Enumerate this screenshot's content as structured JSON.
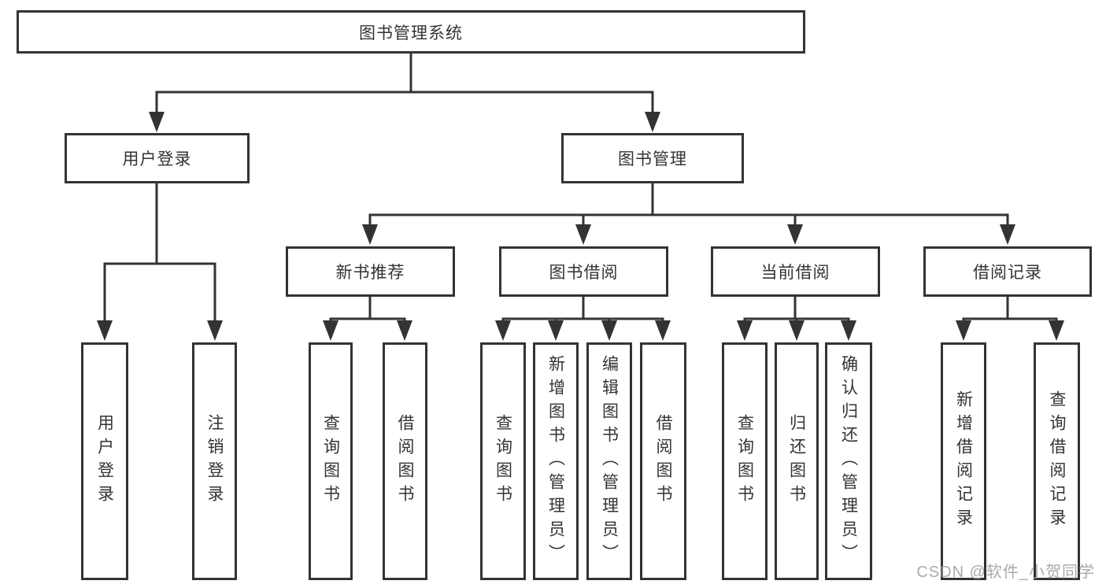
{
  "diagram": {
    "title": "图书管理系统",
    "branches": [
      {
        "label": "用户登录",
        "children": [
          {
            "label": "用户登录"
          },
          {
            "label": "注销登录"
          }
        ]
      },
      {
        "label": "图书管理",
        "children": [
          {
            "label": "新书推荐",
            "children": [
              {
                "label": "查询图书"
              },
              {
                "label": "借阅图书"
              }
            ]
          },
          {
            "label": "图书借阅",
            "children": [
              {
                "label": "查询图书"
              },
              {
                "label": "新增图书（管理员）"
              },
              {
                "label": "编辑图书（管理员）"
              },
              {
                "label": "借阅图书"
              }
            ]
          },
          {
            "label": "当前借阅",
            "children": [
              {
                "label": "查询图书"
              },
              {
                "label": "归还图书"
              },
              {
                "label": "确认归还（管理员）"
              }
            ]
          },
          {
            "label": "借阅记录",
            "children": [
              {
                "label": "新增借阅记录"
              },
              {
                "label": "查询借阅记录"
              }
            ]
          }
        ]
      }
    ]
  },
  "watermark": {
    "text": "CSDN @软件_小贺同学",
    "color": "#9b9b9b"
  },
  "colors": {
    "line": "#333333",
    "text": "#333333",
    "background": "#ffffff"
  }
}
